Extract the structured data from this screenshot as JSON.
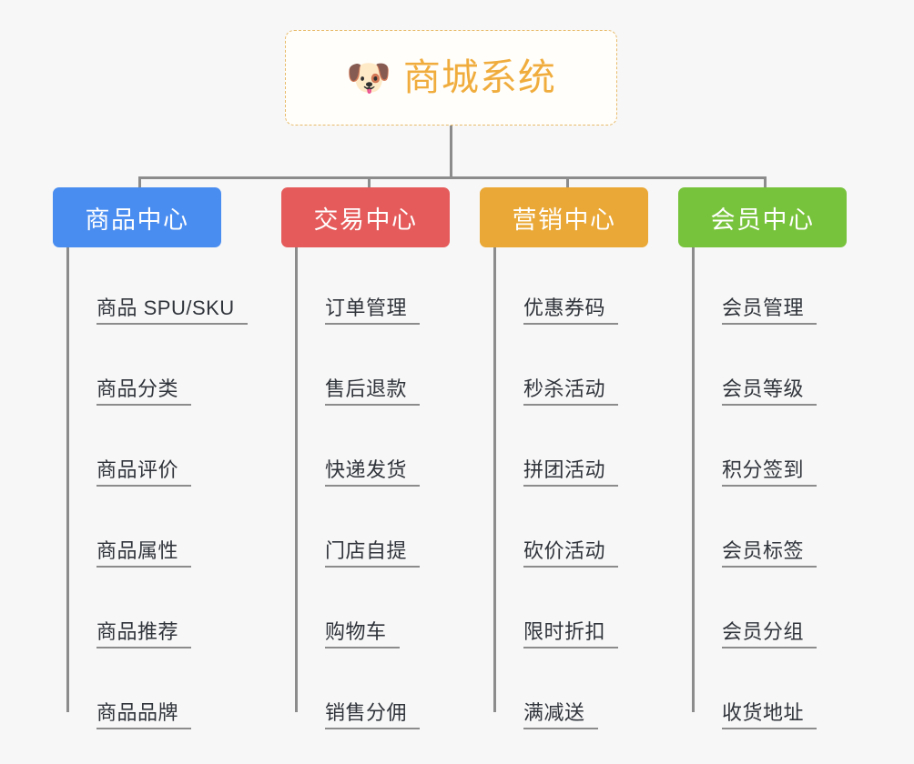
{
  "root": {
    "icon": "shiba-dog-face-icon",
    "icon_glyph": "🐶",
    "title": "商城系统",
    "accent_color": "#f0ad3e",
    "border_color": "#e8bb6a",
    "background": "#fffefb"
  },
  "canvas": {
    "background": "#f7f7f7",
    "connector_color": "#8c8c8c"
  },
  "categories": [
    {
      "label": "商品中心",
      "color": "#4a8df0",
      "leaves": [
        {
          "label": "商品 SPU/SKU"
        },
        {
          "label": "商品分类"
        },
        {
          "label": "商品评价"
        },
        {
          "label": "商品属性"
        },
        {
          "label": "商品推荐"
        },
        {
          "label": "商品品牌"
        }
      ]
    },
    {
      "label": "交易中心",
      "color": "#e55b5b",
      "leaves": [
        {
          "label": "订单管理"
        },
        {
          "label": "售后退款"
        },
        {
          "label": "快递发货"
        },
        {
          "label": "门店自提"
        },
        {
          "label": "购物车"
        },
        {
          "label": "销售分佣"
        }
      ]
    },
    {
      "label": "营销中心",
      "color": "#eaa836",
      "leaves": [
        {
          "label": "优惠券码"
        },
        {
          "label": "秒杀活动"
        },
        {
          "label": "拼团活动"
        },
        {
          "label": "砍价活动"
        },
        {
          "label": "限时折扣"
        },
        {
          "label": "满减送"
        }
      ]
    },
    {
      "label": "会员中心",
      "color": "#78c33c",
      "leaves": [
        {
          "label": "会员管理"
        },
        {
          "label": "会员等级"
        },
        {
          "label": "积分签到"
        },
        {
          "label": "会员标签"
        },
        {
          "label": "会员分组"
        },
        {
          "label": "收货地址"
        }
      ]
    }
  ]
}
